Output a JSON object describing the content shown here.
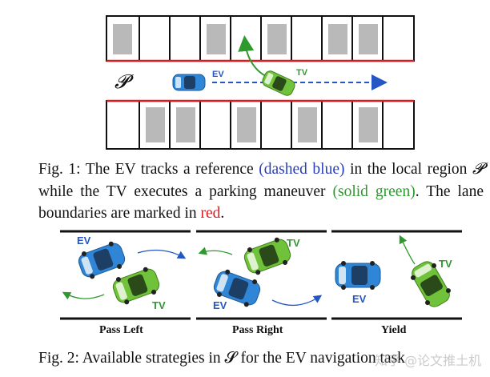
{
  "fig1": {
    "region_symbol": "𝓟",
    "ev_label": "EV",
    "tv_label": "TV",
    "colors": {
      "reference": "#2457c5",
      "parking": "#2e9a2e",
      "lane_boundary": "#e0191e",
      "slot_fill": "#b9b9b9",
      "ev_body": "#2f86d6",
      "tv_body": "#6fc23a"
    }
  },
  "caption1": {
    "prefix": "Fig. 1: The EV tracks a reference",
    "dashed_blue": "(dashed blue)",
    "mid1": "in the local region",
    "region": "𝓟",
    "mid2": "while the TV executes a parking maneuver",
    "solid_green": "(solid green)",
    "mid3": ". The lane boundaries are marked in",
    "red": "red",
    "end": "."
  },
  "fig2": {
    "panels": [
      {
        "title": "Pass Left",
        "ev": "EV",
        "tv": "TV"
      },
      {
        "title": "Pass Right",
        "ev": "EV",
        "tv": "TV"
      },
      {
        "title": "Yield",
        "ev": "EV",
        "tv": "TV"
      }
    ]
  },
  "caption2": {
    "text": "Fig. 2: Available strategies in 𝓢 for the EV navigation task"
  },
  "watermark": {
    "text": "知乎 @论文推土机"
  }
}
